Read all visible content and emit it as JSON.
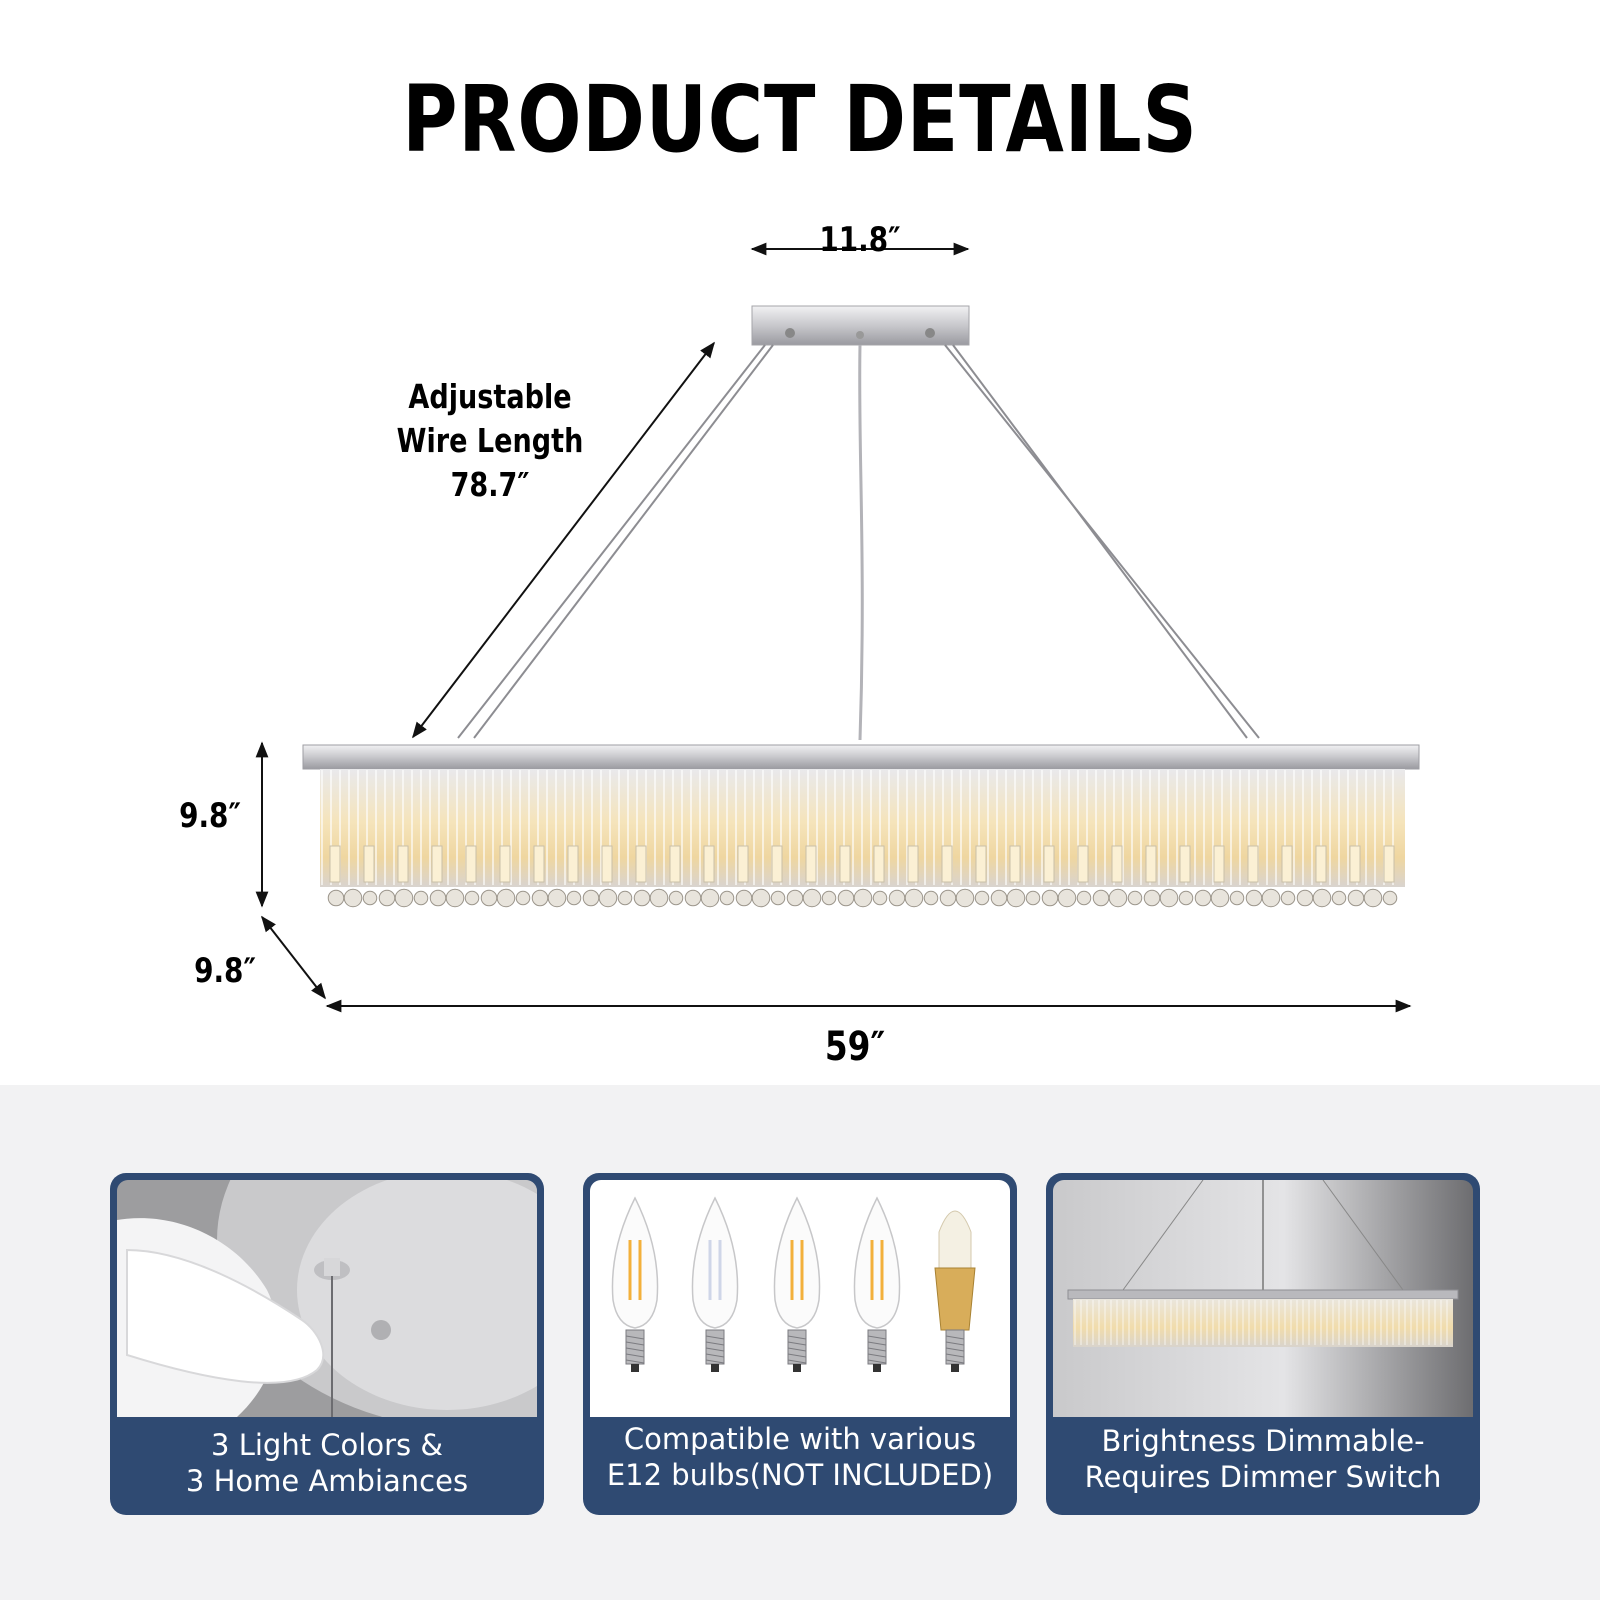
{
  "title": "PRODUCT DETAILS",
  "dimensions": {
    "canopy_width": "11.8″",
    "wire_label_line1": "Adjustable",
    "wire_label_line2": "Wire Length",
    "wire_label_line3": "78.7″",
    "height": "9.8″",
    "depth": "9.8″",
    "width": "59″"
  },
  "cards": [
    {
      "line1": "3 Light Colors &",
      "line2": "3 Home Ambiances"
    },
    {
      "line1": "Compatible with various",
      "line2": "E12 bulbs(NOT INCLUDED)"
    },
    {
      "line1": "Brightness Dimmable-",
      "line2": "Requires Dimmer Switch"
    }
  ],
  "colors": {
    "card_border": "#2f4a72",
    "band_background": "#f2f2f3",
    "chrome": "#c9c9cc",
    "warm_light": "#f3d9a2"
  },
  "icons": [
    "double-arrow-icon",
    "chandelier-illustration",
    "bulb-icon"
  ]
}
